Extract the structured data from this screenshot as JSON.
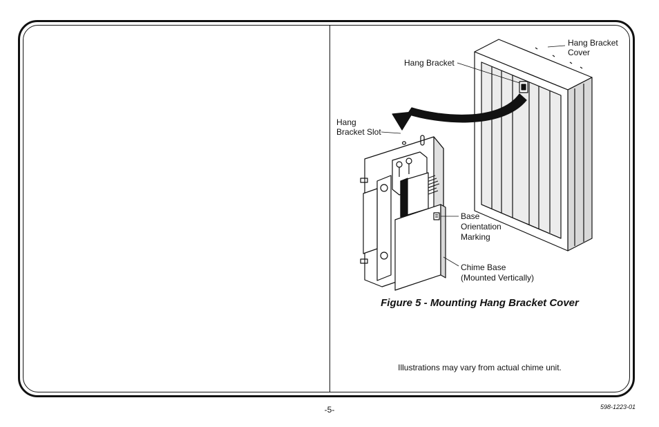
{
  "figure": {
    "labels": {
      "hang_bracket_cover_line1": "Hang Bracket",
      "hang_bracket_cover_line2": "Cover",
      "hang_bracket": "Hang Bracket",
      "hang_bracket_slot_line1": "Hang",
      "hang_bracket_slot_line2": "Bracket Slot",
      "base_orientation_line1": "Base",
      "base_orientation_line2": "Orientation",
      "base_orientation_line3": "Marking",
      "chime_base_line1": "Chime Base",
      "chime_base_line2": "(Mounted Vertically)"
    },
    "caption": "Figure 5 - Mounting Hang Bracket Cover"
  },
  "disclaimer": "Illustrations may vary from actual chime unit.",
  "footer": {
    "page_number": "-5-",
    "doc_number": "598-1223-01"
  }
}
